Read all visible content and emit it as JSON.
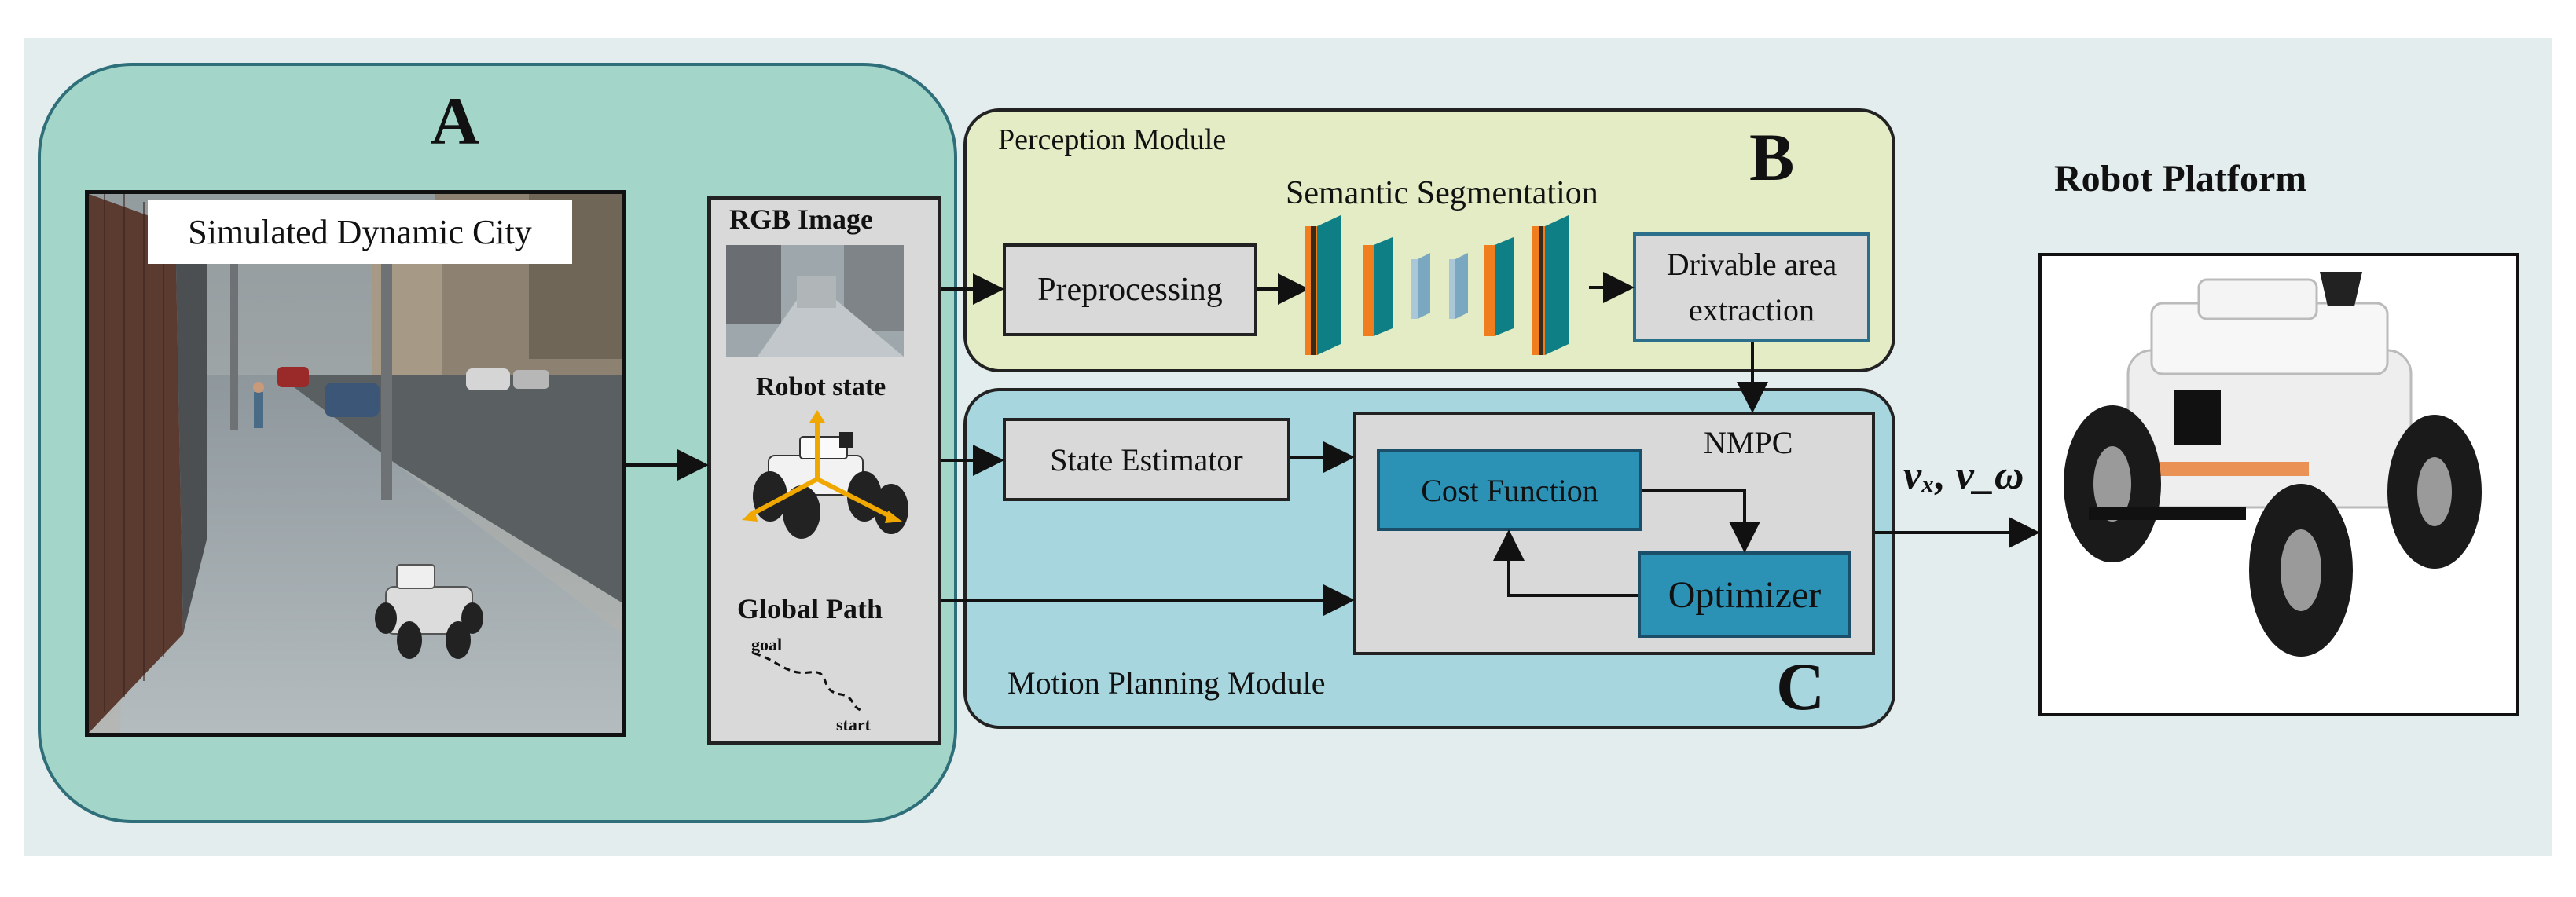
{
  "panels": {
    "a_letter": "A",
    "b_letter": "B",
    "c_letter": "C",
    "perception_title": "Perception Module",
    "motion_title": "Motion Planning Module"
  },
  "city": {
    "label": "Simulated Dynamic City"
  },
  "inputs": {
    "rgb": "RGB Image",
    "robot_state": "Robot state",
    "global_path": "Global Path",
    "goal": "goal",
    "start": "start"
  },
  "perception": {
    "preprocessing": "Preprocessing",
    "segmentation": "Semantic Segmentation",
    "drivable_line1": "Drivable area",
    "drivable_line2": "extraction"
  },
  "planning": {
    "state_estimator": "State Estimator",
    "nmpc": "NMPC",
    "cost_function": "Cost Function",
    "optimizer": "Optimizer"
  },
  "output": {
    "velocity": "vₓ, v_ω"
  },
  "platform": {
    "title": "Robot Platform"
  },
  "colors": {
    "panel_a": "#a3d6c8",
    "panel_b": "#e3ecc4",
    "panel_c": "#a7d6de",
    "blue_box": "#2b92b6",
    "grey_box": "#d9d9d9",
    "cnn_orange": "#f07e1e",
    "cnn_teal": "#0f7f86"
  }
}
